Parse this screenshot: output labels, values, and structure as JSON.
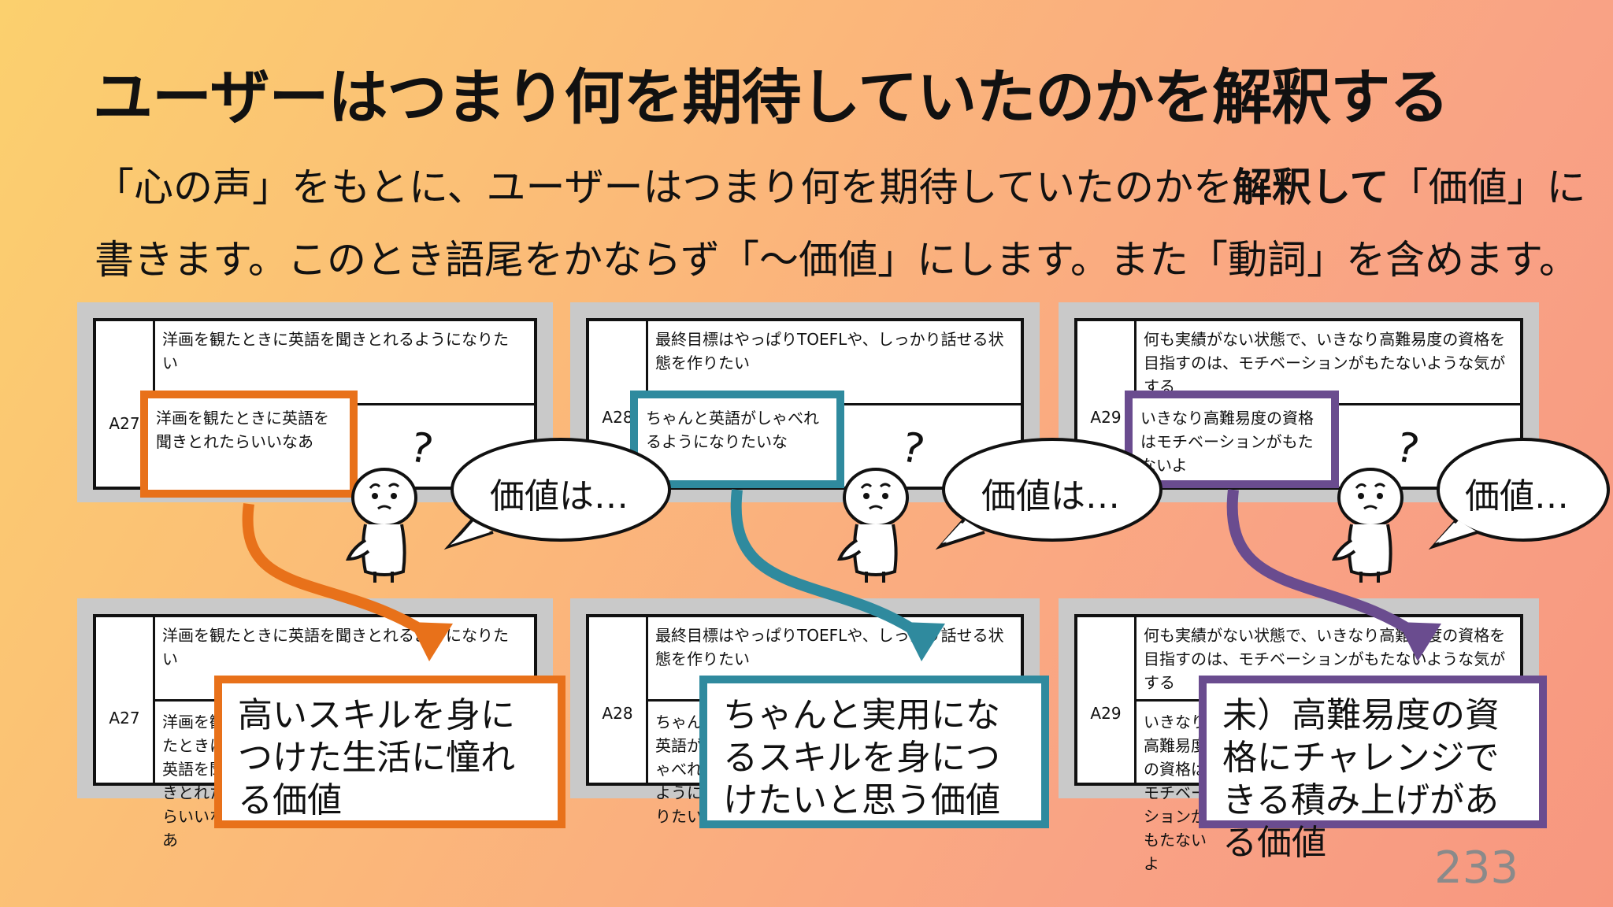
{
  "slide": {
    "title": "ユーザーはつまり何を期待していたのかを解釈する",
    "body_part1": "「心の声」をもとに、ユーザーはつまり何を期待していたのかを",
    "body_bold": "解釈して",
    "body_part2": "「価値」に",
    "body_line2": "書きます。このとき語尾をかならず「～価値」にします。また「動詞」を含めます。",
    "page_number": "233"
  },
  "columns": [
    {
      "id": "A27",
      "top_text": "洋画を観たときに英語を聞きとれるようになりたい",
      "voice_text": "洋画を観たときに英語を聞きとれたらいいなあ",
      "speech": "価値は…",
      "value_text": "高いスキルを身につけた生活に憧れる価値",
      "color": "#e8711a"
    },
    {
      "id": "A28",
      "top_text": "最終目標はやっぱりTOEFLや、しっかり話せる状態を作りたい",
      "voice_text": "ちゃんと英語がしゃべれるようになりたいな",
      "speech": "価値は…",
      "value_text": "ちゃんと実用になるスキルを身につけたいと思う価値",
      "color": "#2f8a9e"
    },
    {
      "id": "A29",
      "top_text": "何も実績がない状態で、いきなり高難易度の資格を目指すのは、モチベーションがもたないような気がする",
      "voice_text": "いきなり高難易度の資格はモチベーションがもたないよ",
      "speech": "価値…",
      "value_text": "未）高難易度の資格にチャレンジできる積み上げがある価値",
      "color": "#6a4c8f"
    }
  ]
}
